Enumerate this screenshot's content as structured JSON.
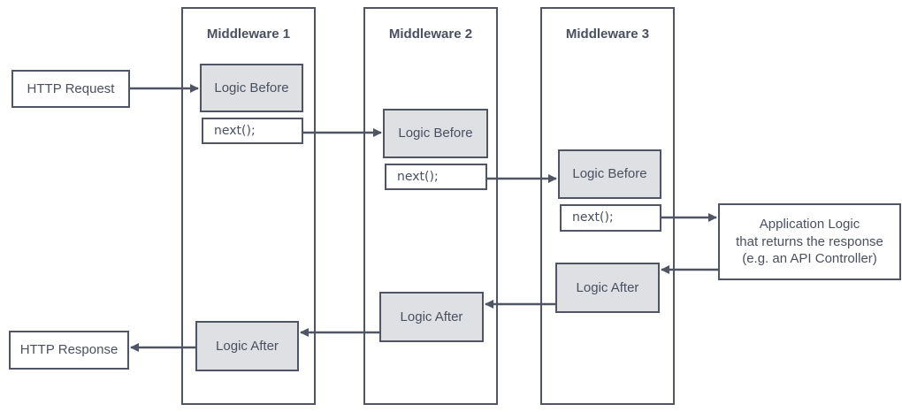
{
  "lanes": [
    {
      "title": "Middleware 1"
    },
    {
      "title": "Middleware 2"
    },
    {
      "title": "Middleware 3"
    }
  ],
  "nodes": {
    "http_request": "HTTP Request",
    "http_response": "HTTP Response",
    "mw1_before": "Logic Before",
    "mw1_next": "next();",
    "mw1_after": "Logic After",
    "mw2_before": "Logic Before",
    "mw2_next": "next();",
    "mw2_after": "Logic After",
    "mw3_before": "Logic Before",
    "mw3_next": "next();",
    "mw3_after": "Logic After",
    "app_logic_line1": "Application Logic",
    "app_logic_line2": "that returns the response",
    "app_logic_line3": "(e.g. an API Controller)"
  },
  "colors": {
    "stroke": "#4f5564",
    "fill_gray": "#dfe0e3",
    "text": "#4a5060"
  }
}
